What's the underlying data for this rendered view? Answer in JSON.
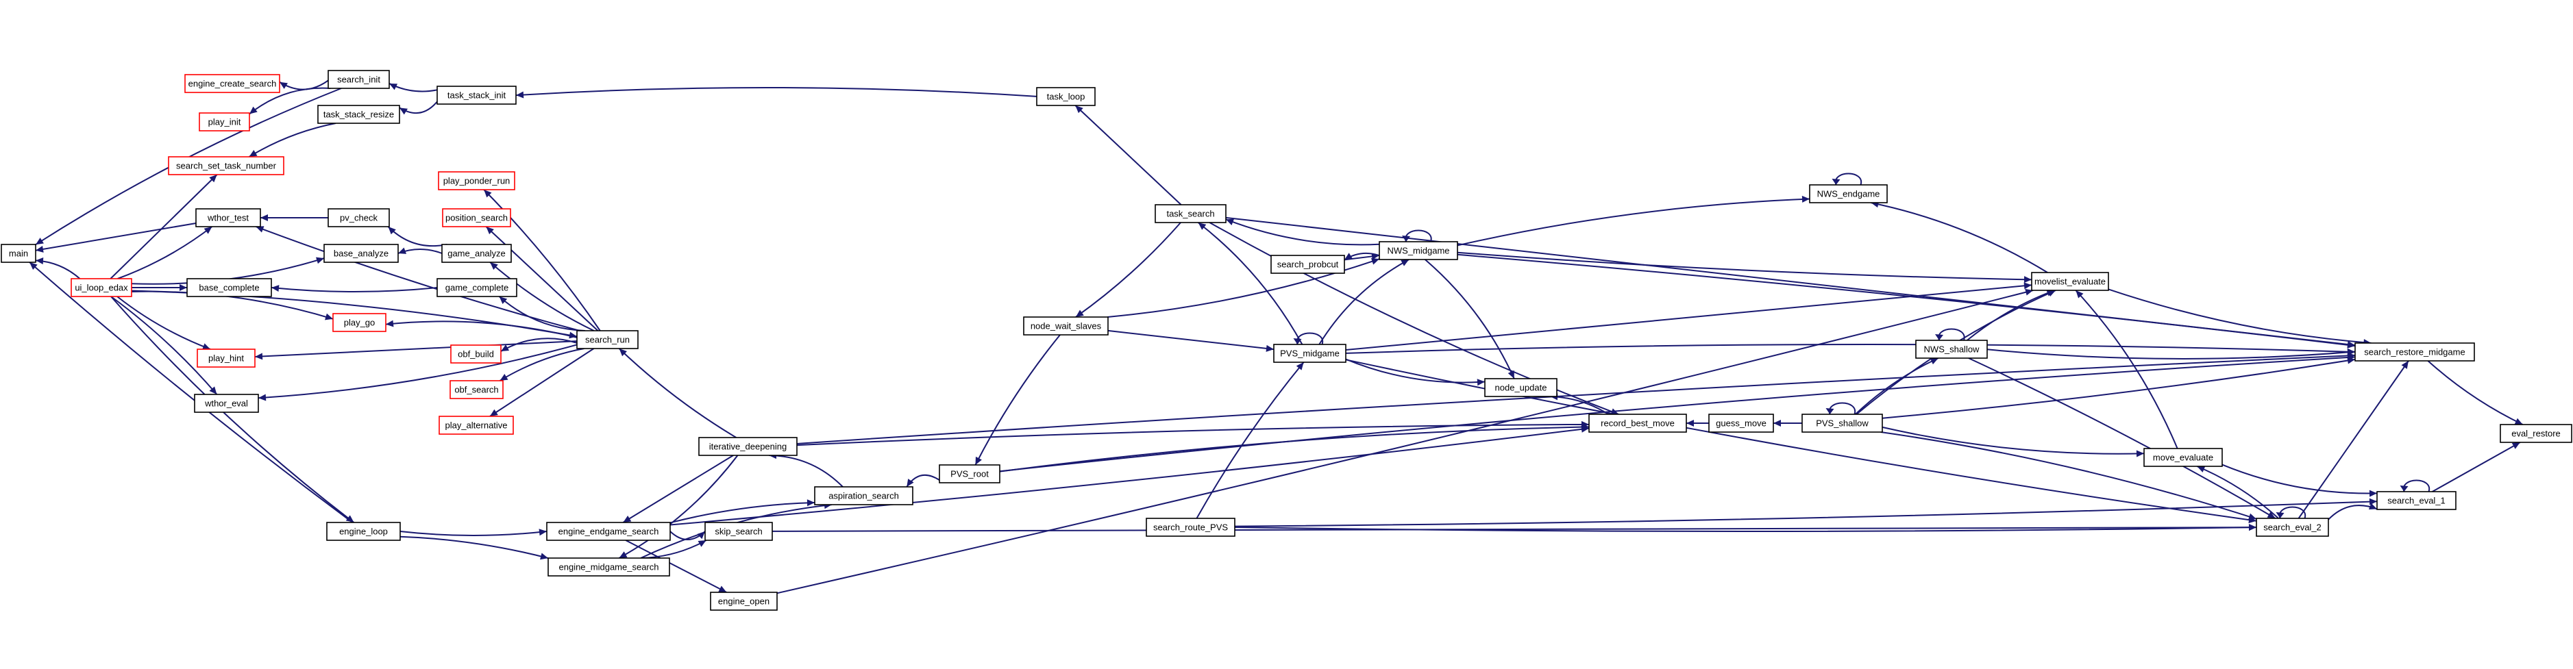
{
  "colors": {
    "edge": "#191970",
    "border_normal": "#000000",
    "border_truncated": "#ff0000",
    "fill_focus": "#bfbfbf",
    "fill_normal": "#ffffff"
  },
  "graph": {
    "focus_node": "eval_restore",
    "nodes": [
      {
        "id": "main",
        "label": "main"
      },
      {
        "id": "ui_loop_edax",
        "label": "ui_loop_edax",
        "truncated": true
      },
      {
        "id": "engine_create_search",
        "label": "engine_create_search",
        "truncated": true
      },
      {
        "id": "play_init",
        "label": "play_init",
        "truncated": true
      },
      {
        "id": "search_set_task_number",
        "label": "search_set_task_number",
        "truncated": true
      },
      {
        "id": "search_init",
        "label": "search_init"
      },
      {
        "id": "task_stack_resize",
        "label": "task_stack_resize"
      },
      {
        "id": "task_stack_init",
        "label": "task_stack_init"
      },
      {
        "id": "wthor_test",
        "label": "wthor_test"
      },
      {
        "id": "pv_check",
        "label": "pv_check"
      },
      {
        "id": "base_analyze",
        "label": "base_analyze"
      },
      {
        "id": "base_complete",
        "label": "base_complete"
      },
      {
        "id": "play_go",
        "label": "play_go",
        "truncated": true
      },
      {
        "id": "play_hint",
        "label": "play_hint",
        "truncated": true
      },
      {
        "id": "wthor_eval",
        "label": "wthor_eval"
      },
      {
        "id": "engine_loop",
        "label": "engine_loop"
      },
      {
        "id": "play_ponder_run",
        "label": "play_ponder_run",
        "truncated": true
      },
      {
        "id": "position_search",
        "label": "position_search",
        "truncated": true
      },
      {
        "id": "game_analyze",
        "label": "game_analyze"
      },
      {
        "id": "game_complete",
        "label": "game_complete"
      },
      {
        "id": "obf_build",
        "label": "obf_build",
        "truncated": true
      },
      {
        "id": "obf_search",
        "label": "obf_search",
        "truncated": true
      },
      {
        "id": "play_alternative",
        "label": "play_alternative",
        "truncated": true
      },
      {
        "id": "search_run",
        "label": "search_run"
      },
      {
        "id": "iterative_deepening",
        "label": "iterative_deepening"
      },
      {
        "id": "engine_endgame_search",
        "label": "engine_endgame_search"
      },
      {
        "id": "engine_midgame_search",
        "label": "engine_midgame_search"
      },
      {
        "id": "skip_search",
        "label": "skip_search"
      },
      {
        "id": "engine_open",
        "label": "engine_open"
      },
      {
        "id": "aspiration_search",
        "label": "aspiration_search"
      },
      {
        "id": "PVS_root",
        "label": "PVS_root"
      },
      {
        "id": "task_loop",
        "label": "task_loop"
      },
      {
        "id": "task_search",
        "label": "task_search"
      },
      {
        "id": "node_wait_slaves",
        "label": "node_wait_slaves"
      },
      {
        "id": "search_route_PVS",
        "label": "search_route_PVS"
      },
      {
        "id": "search_probcut",
        "label": "search_probcut"
      },
      {
        "id": "NWS_midgame",
        "label": "NWS_midgame"
      },
      {
        "id": "PVS_midgame",
        "label": "PVS_midgame"
      },
      {
        "id": "node_update",
        "label": "node_update"
      },
      {
        "id": "record_best_move",
        "label": "record_best_move"
      },
      {
        "id": "guess_move",
        "label": "guess_move"
      },
      {
        "id": "NWS_endgame",
        "label": "NWS_endgame"
      },
      {
        "id": "movelist_evaluate",
        "label": "movelist_evaluate"
      },
      {
        "id": "NWS_shallow",
        "label": "NWS_shallow"
      },
      {
        "id": "PVS_shallow",
        "label": "PVS_shallow"
      },
      {
        "id": "move_evaluate",
        "label": "move_evaluate"
      },
      {
        "id": "search_eval_2",
        "label": "search_eval_2"
      },
      {
        "id": "search_eval_1",
        "label": "search_eval_1"
      },
      {
        "id": "search_restore_midgame",
        "label": "search_restore_midgame"
      },
      {
        "id": "eval_restore",
        "label": "eval_restore"
      }
    ],
    "edges": [
      [
        "main",
        "search_init"
      ],
      [
        "main",
        "ui_loop_edax"
      ],
      [
        "main",
        "wthor_test"
      ],
      [
        "main",
        "engine_loop"
      ],
      [
        "engine_create_search",
        "search_init"
      ],
      [
        "play_init",
        "search_init"
      ],
      [
        "search_set_task_number",
        "task_stack_resize"
      ],
      [
        "search_set_task_number",
        "ui_loop_edax"
      ],
      [
        "search_init",
        "task_stack_init"
      ],
      [
        "task_stack_resize",
        "task_stack_init"
      ],
      [
        "task_stack_init",
        "task_loop"
      ],
      [
        "wthor_test",
        "ui_loop_edax"
      ],
      [
        "wthor_test",
        "pv_check"
      ],
      [
        "wthor_test",
        "search_run"
      ],
      [
        "pv_check",
        "game_analyze"
      ],
      [
        "base_analyze",
        "ui_loop_edax"
      ],
      [
        "base_analyze",
        "game_analyze"
      ],
      [
        "base_complete",
        "ui_loop_edax"
      ],
      [
        "base_complete",
        "game_complete"
      ],
      [
        "play_go",
        "ui_loop_edax"
      ],
      [
        "play_go",
        "search_run"
      ],
      [
        "play_hint",
        "ui_loop_edax"
      ],
      [
        "play_hint",
        "search_run"
      ],
      [
        "wthor_eval",
        "ui_loop_edax"
      ],
      [
        "wthor_eval",
        "search_run"
      ],
      [
        "engine_loop",
        "ui_loop_edax"
      ],
      [
        "play_ponder_run",
        "search_run"
      ],
      [
        "position_search",
        "search_run"
      ],
      [
        "game_analyze",
        "search_run"
      ],
      [
        "game_complete",
        "search_run"
      ],
      [
        "obf_build",
        "search_run"
      ],
      [
        "obf_search",
        "search_run"
      ],
      [
        "play_alternative",
        "search_run"
      ],
      [
        "search_run",
        "iterative_deepening"
      ],
      [
        "search_run",
        "ui_loop_edax"
      ],
      [
        "iterative_deepening",
        "aspiration_search"
      ],
      [
        "engine_endgame_search",
        "engine_loop"
      ],
      [
        "engine_endgame_search",
        "iterative_deepening"
      ],
      [
        "engine_midgame_search",
        "engine_loop"
      ],
      [
        "engine_midgame_search",
        "iterative_deepening"
      ],
      [
        "skip_search",
        "engine_endgame_search"
      ],
      [
        "skip_search",
        "engine_midgame_search"
      ],
      [
        "engine_open",
        "engine_endgame_search"
      ],
      [
        "aspiration_search",
        "engine_endgame_search"
      ],
      [
        "aspiration_search",
        "engine_midgame_search"
      ],
      [
        "aspiration_search",
        "PVS_root"
      ],
      [
        "PVS_root",
        "node_wait_slaves"
      ],
      [
        "task_loop",
        "task_search"
      ],
      [
        "node_wait_slaves",
        "task_search"
      ],
      [
        "task_search",
        "NWS_midgame"
      ],
      [
        "task_search",
        "PVS_midgame"
      ],
      [
        "search_probcut",
        "NWS_midgame"
      ],
      [
        "NWS_midgame",
        "search_probcut"
      ],
      [
        "NWS_midgame",
        "NWS_midgame"
      ],
      [
        "NWS_midgame",
        "PVS_midgame"
      ],
      [
        "NWS_midgame",
        "node_wait_slaves"
      ],
      [
        "PVS_midgame",
        "PVS_midgame"
      ],
      [
        "PVS_midgame",
        "node_wait_slaves"
      ],
      [
        "PVS_midgame",
        "search_route_PVS"
      ],
      [
        "node_update",
        "NWS_midgame"
      ],
      [
        "node_update",
        "PVS_midgame"
      ],
      [
        "node_update",
        "record_best_move"
      ],
      [
        "record_best_move",
        "guess_move"
      ],
      [
        "record_best_move",
        "iterative_deepening"
      ],
      [
        "record_best_move",
        "PVS_root"
      ],
      [
        "record_best_move",
        "task_search"
      ],
      [
        "record_best_move",
        "engine_endgame_search"
      ],
      [
        "guess_move",
        "PVS_shallow"
      ],
      [
        "NWS_endgame",
        "NWS_endgame"
      ],
      [
        "NWS_endgame",
        "NWS_midgame"
      ],
      [
        "NWS_endgame",
        "movelist_evaluate"
      ],
      [
        "movelist_evaluate",
        "NWS_midgame"
      ],
      [
        "movelist_evaluate",
        "PVS_midgame"
      ],
      [
        "movelist_evaluate",
        "NWS_shallow"
      ],
      [
        "movelist_evaluate",
        "PVS_shallow"
      ],
      [
        "movelist_evaluate",
        "move_evaluate"
      ],
      [
        "movelist_evaluate",
        "engine_open"
      ],
      [
        "NWS_shallow",
        "NWS_shallow"
      ],
      [
        "NWS_shallow",
        "PVS_shallow"
      ],
      [
        "PVS_shallow",
        "PVS_shallow"
      ],
      [
        "move_evaluate",
        "PVS_shallow"
      ],
      [
        "move_evaluate",
        "search_eval_2"
      ],
      [
        "search_eval_2",
        "search_eval_2"
      ],
      [
        "search_eval_2",
        "NWS_shallow"
      ],
      [
        "search_eval_2",
        "PVS_shallow"
      ],
      [
        "search_eval_2",
        "PVS_midgame"
      ],
      [
        "search_eval_2",
        "search_route_PVS"
      ],
      [
        "search_eval_2",
        "skip_search"
      ],
      [
        "search_eval_1",
        "search_eval_1"
      ],
      [
        "search_eval_1",
        "search_eval_2"
      ],
      [
        "search_eval_1",
        "move_evaluate"
      ],
      [
        "search_eval_1",
        "search_route_PVS"
      ],
      [
        "search_restore_midgame",
        "task_search"
      ],
      [
        "search_restore_midgame",
        "NWS_midgame"
      ],
      [
        "search_restore_midgame",
        "PVS_midgame"
      ],
      [
        "search_restore_midgame",
        "NWS_shallow"
      ],
      [
        "search_restore_midgame",
        "PVS_shallow"
      ],
      [
        "search_restore_midgame",
        "search_eval_2"
      ],
      [
        "search_restore_midgame",
        "iterative_deepening"
      ],
      [
        "search_restore_midgame",
        "PVS_root"
      ],
      [
        "search_restore_midgame",
        "movelist_evaluate"
      ],
      [
        "eval_restore",
        "search_restore_midgame"
      ],
      [
        "eval_restore",
        "search_eval_1"
      ]
    ]
  }
}
